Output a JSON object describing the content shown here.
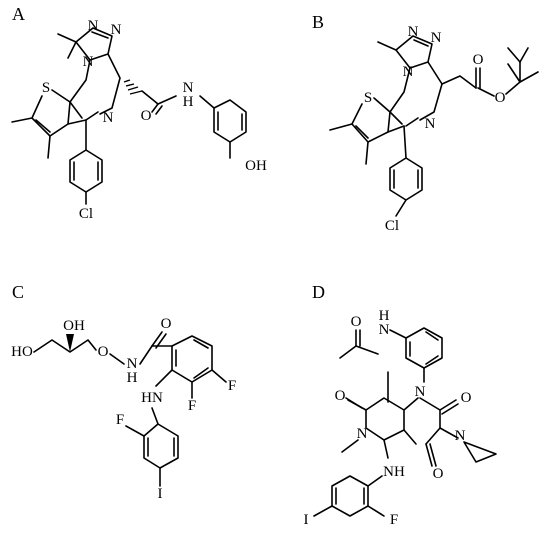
{
  "panels": [
    {
      "letter": "A",
      "atoms": {
        "n_top1": "N",
        "n_top2": "N",
        "n_ring": "N",
        "n_left": "N",
        "s": "S",
        "cl": "Cl",
        "o": "O",
        "nh": "N",
        "h": "H",
        "oh": "OH"
      }
    },
    {
      "letter": "B",
      "atoms": {
        "n_top1": "N",
        "n_top2": "N",
        "n_ring": "N",
        "n_left": "N",
        "s": "S",
        "cl": "Cl",
        "o_carbonyl": "O",
        "o_ester": "O"
      }
    },
    {
      "letter": "C",
      "atoms": {
        "ho": "HO",
        "oh": "OH",
        "o_link": "O",
        "n": "N",
        "h": "H",
        "o_carbonyl": "O",
        "hn": "HN",
        "f_ring": "F",
        "f_top": "F",
        "f_lower": "F",
        "iodo": "I"
      }
    },
    {
      "letter": "D",
      "atoms": {
        "o_acetyl": "O",
        "nh_top": "H",
        "n_top": "N",
        "n1": "N",
        "n2": "N",
        "n3": "N",
        "o1": "O",
        "o2": "O",
        "o3": "O",
        "nh": "NH",
        "iodo": "I",
        "f": "F"
      }
    }
  ]
}
